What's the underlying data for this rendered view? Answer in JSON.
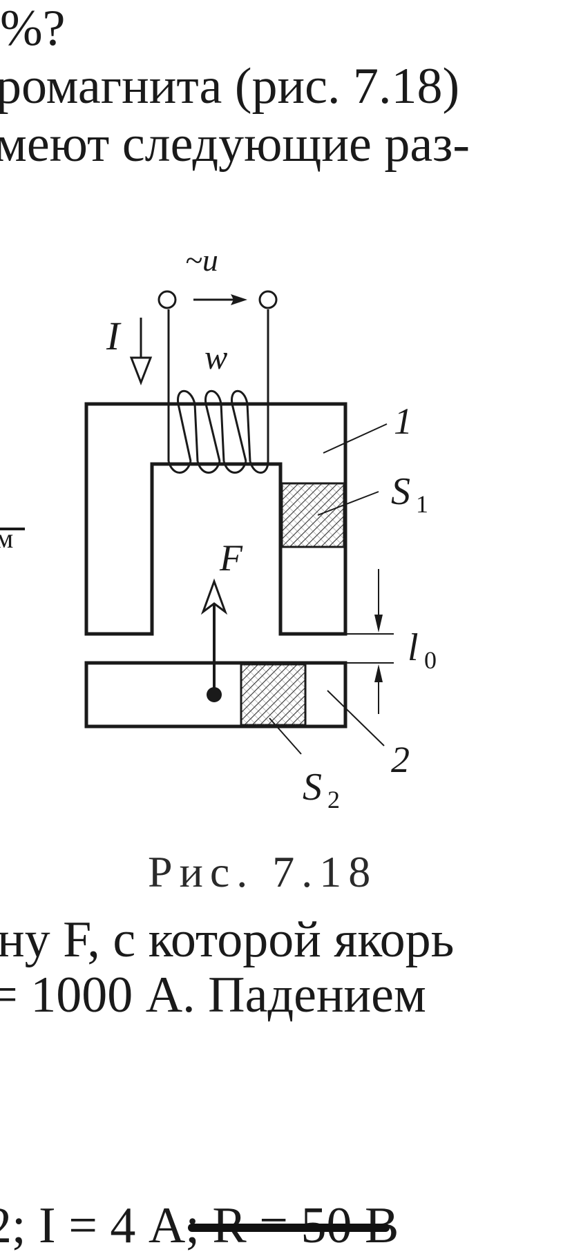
{
  "document": {
    "top_lines": [
      "%?",
      "ромагнита (рис. 7.18)",
      "меют следующие раз-"
    ],
    "left_fragment": "м",
    "caption": "Рис. 7.18",
    "bottom_lines": [
      "ну F, с которой якорь",
      "= 1000 А. Падением",
      "2; I = 4 А; R = 50 В"
    ]
  },
  "figure": {
    "labels": {
      "voltage": "~u",
      "current": "I",
      "turns": "w",
      "core": "1",
      "section_core": "S",
      "section_core_sub": "1",
      "force": "F",
      "gap": "l",
      "gap_sub": "0",
      "armature": "2",
      "section_armature": "S",
      "section_armature_sub": "2"
    }
  }
}
